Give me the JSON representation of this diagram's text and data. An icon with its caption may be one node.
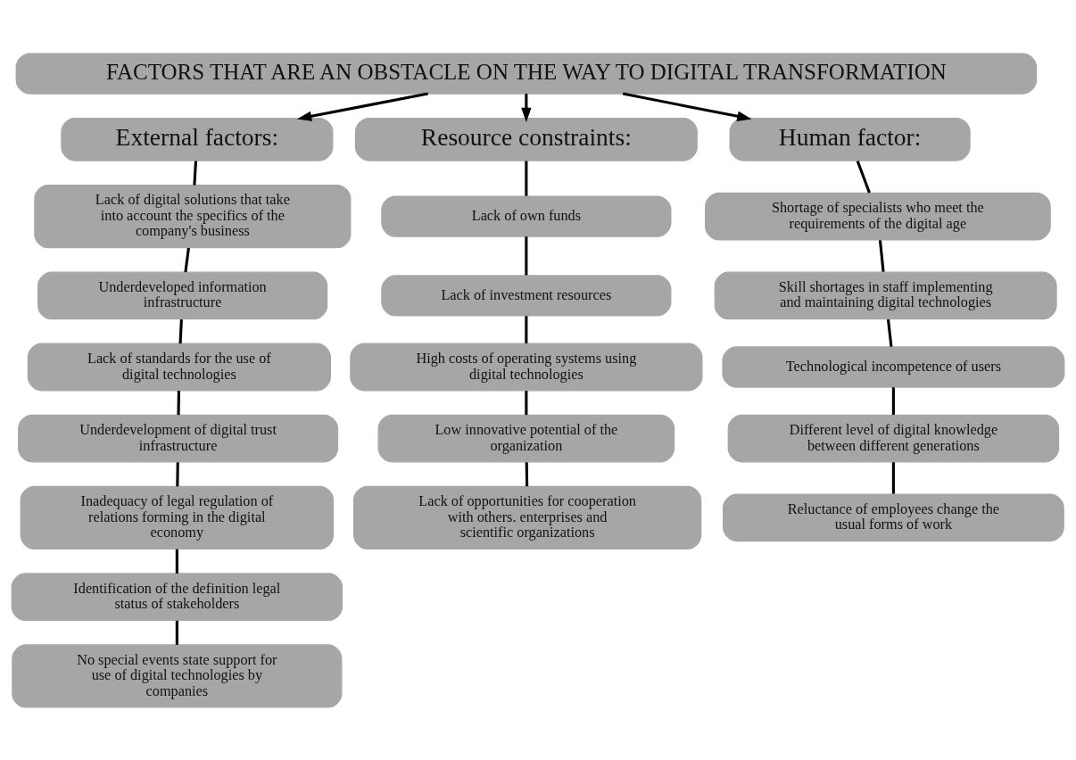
{
  "diagram": {
    "nodes": [
      {
        "text": [
          "FACTORS THAT ARE AN OBSTACLE ON THE WAY TO DIGITAL TRANSFORMATION"
        ]
      },
      {
        "text": [
          "External factors:"
        ]
      },
      {
        "text": [
          "Resource constraints:"
        ]
      },
      {
        "text": [
          "Human factor:"
        ]
      },
      {
        "text": [
          "Lack of digital solutions that take into account the specifics of the company's business"
        ]
      },
      {
        "text": [
          "Underdeveloped information infrastructure"
        ]
      },
      {
        "text": [
          "Lack of standards for the use of digital technologies"
        ]
      },
      {
        "text": [
          "Underdevelopment of digital trust infrastructure"
        ]
      },
      {
        "text": [
          "Inadequacy of legal regulation of relations forming in the digital economy"
        ]
      },
      {
        "text": [
          "Identification of the definition legal status of stakeholders"
        ]
      },
      {
        "text": [
          "No special events state support for use of digital technologies by companies"
        ]
      },
      {
        "text": [
          "Lack of own funds"
        ]
      },
      {
        "text": [
          "Lack of investment resources"
        ]
      },
      {
        "text": [
          "High costs of operating systems using digital technologies"
        ]
      },
      {
        "text": [
          "Low innovative potential of the organization"
        ]
      },
      {
        "text": [
          "Lack of opportunities for cooperation with others. enterprises and scientific organizations"
        ]
      },
      {
        "text": [
          "Shortage of specialists who meet the requirements of the digital age"
        ]
      },
      {
        "text": [
          "Skill shortages in staff implementing and maintaining digital technologies"
        ]
      },
      {
        "text": [
          "Technological incompetence of users"
        ]
      },
      {
        "text": [
          "Different level of digital knowledge between different generations"
        ]
      },
      {
        "text": [
          "Reluctance of employees change the usual forms of work"
        ]
      }
    ],
    "edges": [
      {
        "from": 0,
        "to": 1,
        "arrow": "to"
      },
      {
        "from": 0,
        "to": 2,
        "arrow": "to"
      },
      {
        "from": 0,
        "to": 3,
        "arrow": "to"
      },
      {
        "from": 1,
        "to": 4,
        "arrow": "none"
      },
      {
        "from": 4,
        "to": 5,
        "arrow": "none"
      },
      {
        "from": 5,
        "to": 6,
        "arrow": "none"
      },
      {
        "from": 6,
        "to": 7,
        "arrow": "none"
      },
      {
        "from": 7,
        "to": 8,
        "arrow": "none"
      },
      {
        "from": 8,
        "to": 9,
        "arrow": "none"
      },
      {
        "from": 9,
        "to": 10,
        "arrow": "none"
      },
      {
        "from": 2,
        "to": 11,
        "arrow": "none"
      },
      {
        "from": 11,
        "to": 12,
        "arrow": "none"
      },
      {
        "from": 12,
        "to": 13,
        "arrow": "none"
      },
      {
        "from": 13,
        "to": 14,
        "arrow": "none"
      },
      {
        "from": 14,
        "to": 15,
        "arrow": "none"
      },
      {
        "from": 3,
        "to": 16,
        "arrow": "none"
      },
      {
        "from": 16,
        "to": 17,
        "arrow": "none"
      },
      {
        "from": 17,
        "to": 18,
        "arrow": "none"
      },
      {
        "from": 18,
        "to": 19,
        "arrow": "none"
      },
      {
        "from": 19,
        "to": 20,
        "arrow": "none"
      }
    ]
  }
}
